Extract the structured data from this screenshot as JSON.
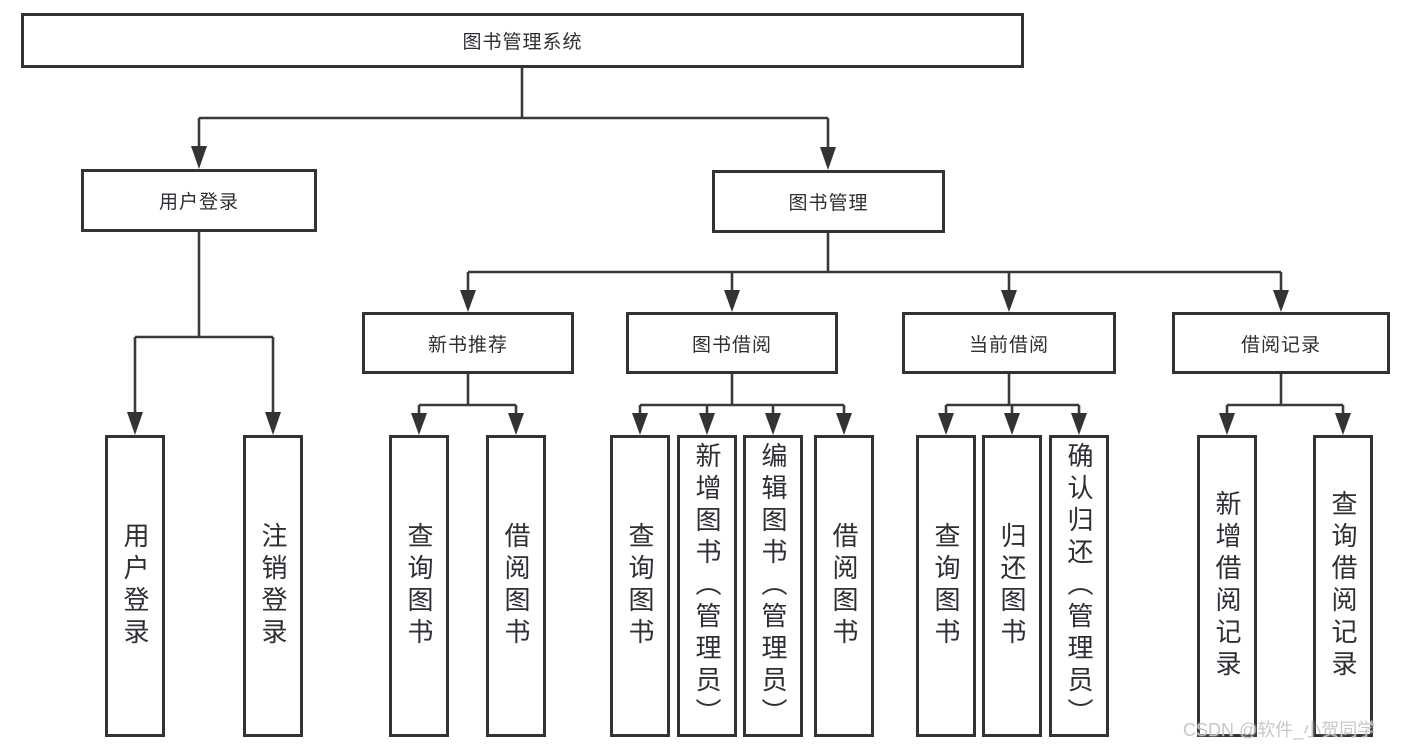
{
  "diagram": {
    "title_node": "图书管理系统",
    "level2": {
      "user_login_group": "用户登录",
      "book_mgmt_group": "图书管理"
    },
    "level3": {
      "new_book_rec": "新书推荐",
      "book_borrow": "图书借阅",
      "current_borrow": "当前借阅",
      "borrow_record": "借阅记录"
    },
    "leaves": {
      "user_login": "用户登录",
      "logout": "注销登录",
      "rec_query_book": "查询图书",
      "rec_borrow_book": "借阅图书",
      "bb_query_book": "查询图书",
      "bb_add_book_admin": "新增图书（管理员）",
      "bb_edit_book_admin": "编辑图书（管理员）",
      "bb_borrow_book": "借阅图书",
      "cb_query_book": "查询图书",
      "cb_return_book": "归还图书",
      "cb_confirm_return_admin": "确认归还（管理员）",
      "br_add_record": "新增借阅记录",
      "br_query_record": "查询借阅记录"
    }
  },
  "watermark": "CSDN @软件_小贺同学",
  "colors": {
    "line": "#3a3a3a",
    "border": "#333333",
    "text": "#2c2f33",
    "watermark": "#c3c5c8"
  }
}
